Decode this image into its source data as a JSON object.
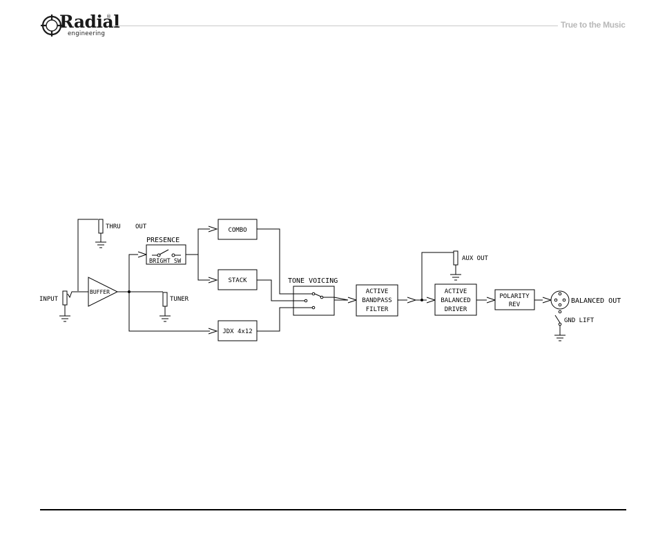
{
  "header": {
    "brand": "Radial",
    "brand_sub": "engineering",
    "brand_mark": "®",
    "tagline": "True to the Music"
  },
  "diagram": {
    "input": "INPUT",
    "buffer": "BUFFER",
    "thru": "THRU",
    "out": "OUT",
    "tuner": "TUNER",
    "presence": "PRESENCE",
    "bright_sw": "BRIGHT SW",
    "combo": "COMBO",
    "stack": "STACK",
    "jdx": "JDX 4x12",
    "tone_voicing": "TONE VOICING",
    "bandpass": [
      "ACTIVE",
      "BANDPASS",
      "FILTER"
    ],
    "aux_out": "AUX OUT",
    "driver": [
      "ACTIVE",
      "BALANCED",
      "DRIVER"
    ],
    "polarity": [
      "POLARITY",
      "REV"
    ],
    "balanced_out": "BALANCED OUT",
    "gnd_lift": "GND LIFT"
  }
}
